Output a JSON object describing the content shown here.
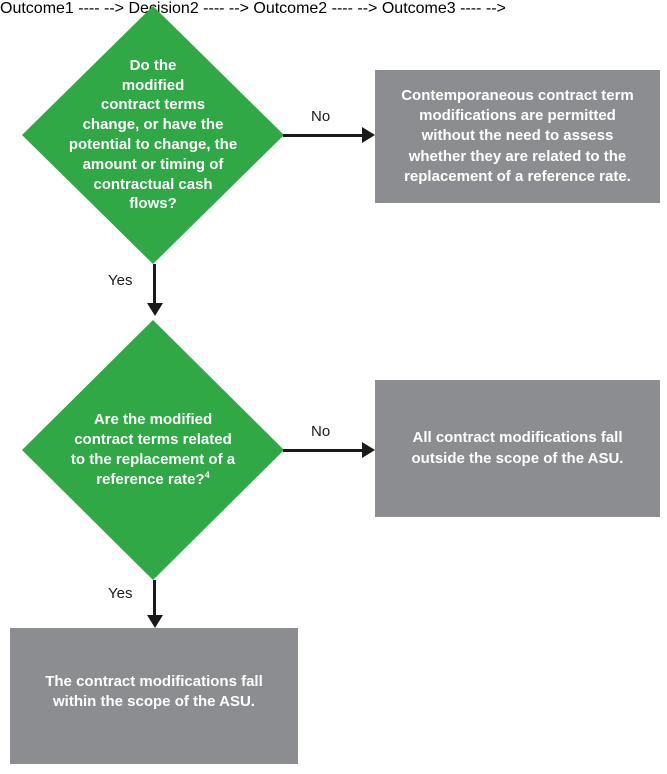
{
  "diagram": {
    "type": "flowchart",
    "title": "",
    "colors": {
      "decision_fill": "#2FA845",
      "outcome_fill": "#8B8D90",
      "connector": "#1A1A1A",
      "node_text": "#FFFFFF",
      "label_text": "#1A1A1A",
      "background": "#FFFFFF"
    },
    "nodes": {
      "decision_1": {
        "shape": "diamond",
        "text": "Do the\nmodified\ncontract terms\nchange, or have the\npotential to change, the\namount or timing of\ncontractual cash\nflows?"
      },
      "outcome_1": {
        "shape": "rectangle",
        "text": "Contemporaneous contract term\nmodifications are permitted\nwithout the need to assess\nwhether they are related to the\nreplacement of a reference rate."
      },
      "decision_2": {
        "shape": "diamond",
        "text_before_footnote": "Are the modified\ncontract terms related\nto the replacement of a\nreference rate?",
        "footnote_marker": "4"
      },
      "outcome_2": {
        "shape": "rectangle",
        "text": "All contract modifications fall\noutside the scope of the ASU."
      },
      "outcome_3": {
        "shape": "rectangle",
        "text": "The contract modifications fall\nwithin the scope of the ASU."
      }
    },
    "edges": {
      "d1_to_o1": {
        "label": "No",
        "direction": "right"
      },
      "d1_to_d2": {
        "label": "Yes",
        "direction": "down"
      },
      "d2_to_o2": {
        "label": "No",
        "direction": "right"
      },
      "d2_to_o3": {
        "label": "Yes",
        "direction": "down"
      }
    }
  }
}
